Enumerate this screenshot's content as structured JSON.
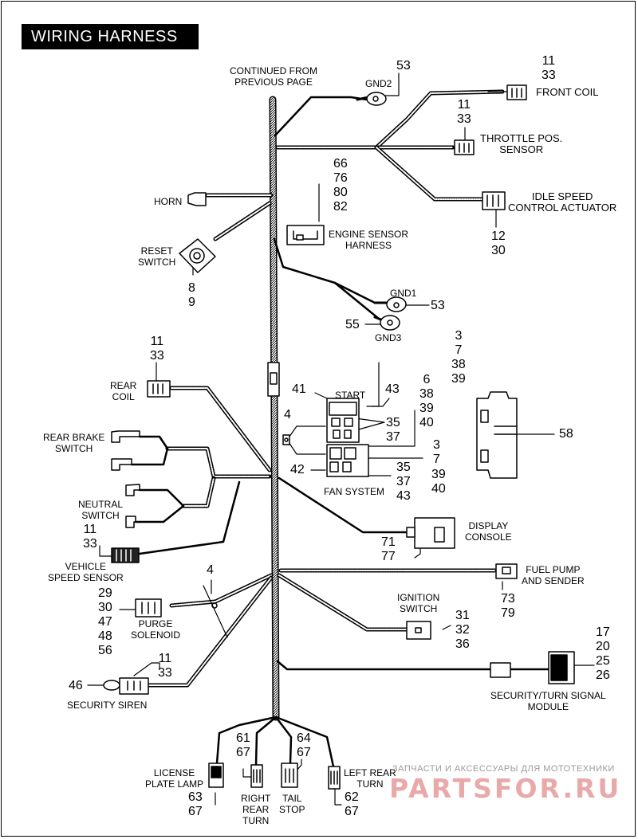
{
  "title": "WIRING HARNESS",
  "labels": {
    "continued": [
      "CONTINUED FROM",
      "PREVIOUS PAGE"
    ],
    "gnd2": "GND2",
    "front_coil": "FRONT  COIL",
    "throttle": [
      "THROTTLE POS.",
      "SENSOR"
    ],
    "idle": [
      "IDLE SPEED",
      "CONTROL ACTUATOR"
    ],
    "horn": "HORN",
    "engine_sensor": [
      "ENGINE SENSOR",
      "HARNESS"
    ],
    "reset": [
      "RESET",
      "SWITCH"
    ],
    "gnd1": "GND1",
    "gnd3": "GND3",
    "rear_coil": [
      "REAR",
      "COIL"
    ],
    "start": "START",
    "rear_brake": [
      "REAR BRAKE",
      "SWITCH"
    ],
    "fan": "FAN SYSTEM",
    "neutral": [
      "NEUTRAL",
      "SWITCH"
    ],
    "display": [
      "DISPLAY",
      "CONSOLE"
    ],
    "vss": [
      "VEHICLE",
      "SPEED SENSOR"
    ],
    "fuel_pump": [
      "FUEL PUMP",
      "AND SENDER"
    ],
    "purge": [
      "PURGE",
      "SOLENOID"
    ],
    "ignition": [
      "IGNITION",
      "SWITCH"
    ],
    "siren": "SECURITY SIREN",
    "security_module": [
      "SECURITY/TURN SIGNAL",
      "MODULE"
    ],
    "license": [
      "LICENSE",
      "PLATE LAMP"
    ],
    "right_rear": [
      "RIGHT",
      "REAR",
      "TURN"
    ],
    "tail": [
      "TAIL",
      "STOP"
    ],
    "left_rear": [
      "LEFT REAR",
      "TURN"
    ]
  },
  "callouts": {
    "gnd2": "53",
    "front_coil": [
      "11",
      "33"
    ],
    "throttle": [
      "11",
      "33"
    ],
    "idle": [
      "12",
      "30"
    ],
    "engine_sensor": [
      "66",
      "76",
      "80",
      "82"
    ],
    "reset": [
      "8",
      "9"
    ],
    "gnd1": "53",
    "gnd3": "55",
    "rear_coil": [
      "11",
      "33"
    ],
    "start_ref": [
      "3",
      "7",
      "38",
      "39"
    ],
    "start_41": "41",
    "start_43": "43",
    "start_mid": [
      "6",
      "38",
      "39",
      "40"
    ],
    "relay_35_37": [
      "35",
      "37"
    ],
    "clip_4a": "4",
    "fan_42": "42",
    "fan_ref": [
      "3",
      "7"
    ],
    "fan_35_37_43": [
      "35",
      "37",
      "43"
    ],
    "fan_39_40": [
      "39",
      "40"
    ],
    "module_58": "58",
    "vss": [
      "11",
      "33"
    ],
    "display": [
      "71",
      "77"
    ],
    "clip_4b": "4",
    "purge": [
      "29",
      "30",
      "47",
      "48",
      "56"
    ],
    "fuel_pump": [
      "73",
      "79"
    ],
    "ignition": [
      "31",
      "32",
      "36"
    ],
    "siren_46": "46",
    "siren": [
      "11",
      "33"
    ],
    "security_module": [
      "17",
      "20",
      "25",
      "26"
    ],
    "right_rear": [
      "61",
      "67"
    ],
    "tail": [
      "64",
      "67"
    ],
    "license": [
      "63",
      "67"
    ],
    "left_rear": [
      "62",
      "67"
    ]
  },
  "watermark": {
    "tagline": "ЗАПЧАСТИ И АКСЕССУАРЫ ДЛЯ МОТОТЕХНИКИ",
    "logo": "PARTSFOR.RU"
  }
}
